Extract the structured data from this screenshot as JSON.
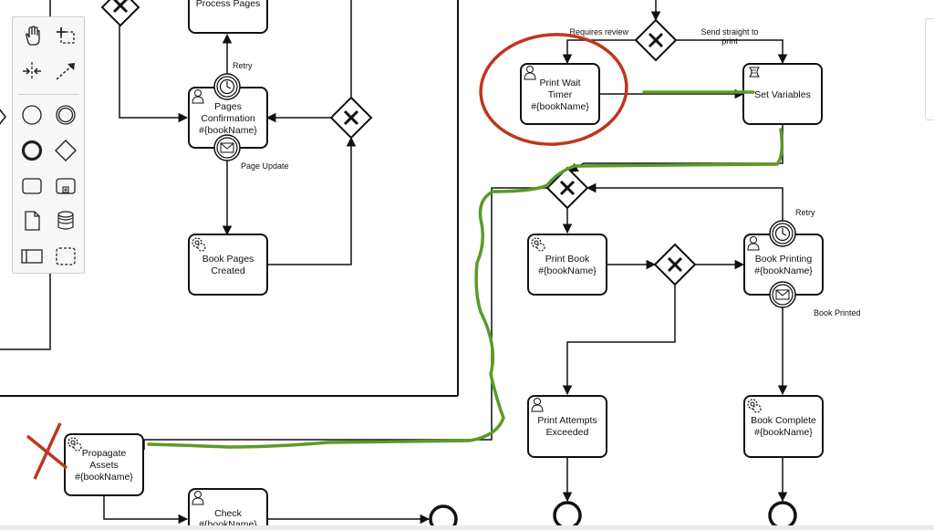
{
  "palette": {
    "tools": [
      {
        "icon": "hand-tool-icon"
      },
      {
        "icon": "lasso-tool-icon"
      },
      {
        "icon": "space-tool-icon"
      },
      {
        "icon": "global-connect-tool-icon"
      },
      {
        "icon": "start-event-icon"
      },
      {
        "icon": "intermediate-event-icon"
      },
      {
        "icon": "end-event-icon"
      },
      {
        "icon": "gateway-icon"
      },
      {
        "icon": "task-icon"
      },
      {
        "icon": "subprocess-icon"
      },
      {
        "icon": "data-object-icon"
      },
      {
        "icon": "data-store-icon"
      },
      {
        "icon": "pool-icon"
      },
      {
        "icon": "group-icon"
      }
    ]
  },
  "tasks": {
    "process_pages": "Process Pages",
    "pages_confirmation": [
      "Pages",
      "Confirmation",
      "#{bookName}"
    ],
    "book_pages_created": [
      "Book Pages",
      "Created"
    ],
    "print_wait_timer": [
      "Print Wait",
      "Timer",
      "#{bookName}"
    ],
    "set_variables": "Set Variables",
    "print_book": [
      "Print Book",
      "#{bookName}"
    ],
    "book_printing": [
      "Book Printing",
      "#{bookName}"
    ],
    "print_attempts_exceeded": [
      "Print Attempts",
      "Exceeded"
    ],
    "book_complete": [
      "Book Complete",
      "#{bookName}"
    ],
    "propagate_assets": [
      "Propagate",
      "Assets",
      "#{bookName}"
    ],
    "check": [
      "Check",
      "#{bookName}"
    ]
  },
  "edge_labels": {
    "retry_top": "Retry",
    "page_update": "Page Update",
    "requires_review": "Requires review",
    "send_straight": [
      "Send straight to",
      "print"
    ],
    "retry_right": "Retry",
    "book_printed": "Book Printed"
  },
  "annotations": {
    "circle_color": "#c0351e",
    "strike_color": "#c0351e",
    "path_color": "#5a9a2a"
  }
}
